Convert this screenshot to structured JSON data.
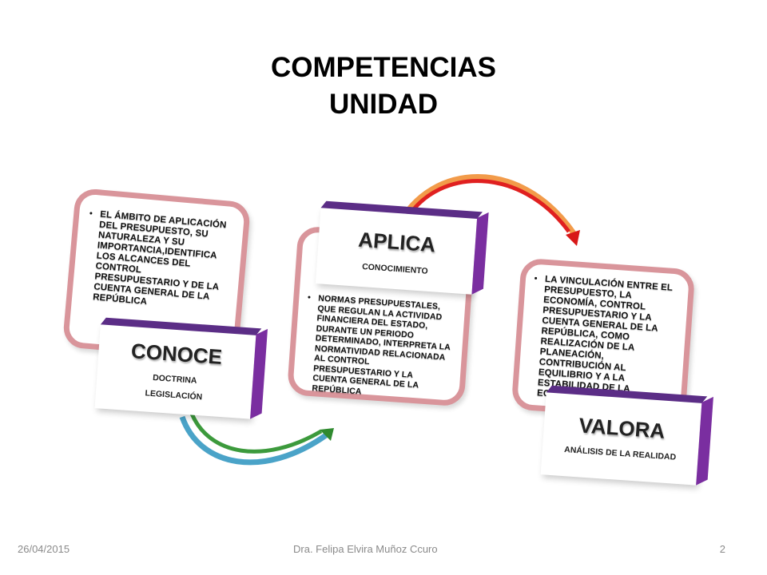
{
  "title": {
    "line1": "COMPETENCIAS",
    "line2": "UNIDAD"
  },
  "stages": [
    {
      "heading": "CONOCE",
      "sub1": "DOCTRINA",
      "sub2": "LEGISLACIÓN",
      "bullet": "EL ÁMBITO DE APLICACIÓN DEL PRESUPUESTO, SU NATURALEZA Y SU IMPORTANCIA,IDENTIFICA LOS ALCANCES DEL CONTROL PRESUPUESTARIO Y DE LA CUENTA GENERAL DE LA REPÚBLICA"
    },
    {
      "heading": "APLICA",
      "sub1": "CONOCIMIENTO",
      "bullet": "NORMAS PRESUPUESTALES, QUE REGULAN LA ACTIVIDAD FINANCIERA DEL ESTADO, DURANTE UN PERIODO DETERMINADO, INTERPRETA LA NORMATIVIDAD RELACIONADA AL CONTROL PRESUPUESTARIO Y LA CUENTA GENERAL DE LA REPÚBLICA"
    },
    {
      "heading": "VALORA",
      "sub1": "ANÁLISIS DE LA REALIDAD",
      "bullet": "LA VINCULACIÓN ENTRE EL PRESUPUESTO, LA ECONOMÍA, CONTROL PRESUPUESTARIO Y LA CUENTA GENERAL DE LA REPÚBLICA, COMO REALIZACIÓN DE LA PLANEACIÓN, CONTRIBUCIÓN AL EQUILIBRIO Y A LA ESTABILIDAD DE LA ECONOMÍA."
    }
  ],
  "footer": {
    "date": "26/04/2015",
    "author": "Dra. Felipa  Elvira Muñoz Ccuro",
    "page": "2"
  },
  "colors": {
    "panel_border": "#d9959b",
    "box_band": "#5b2d86",
    "arrow_1": [
      "#4aa3c8",
      "#3c9a3c"
    ],
    "arrow_2": [
      "#f29b4a",
      "#e02020"
    ]
  }
}
